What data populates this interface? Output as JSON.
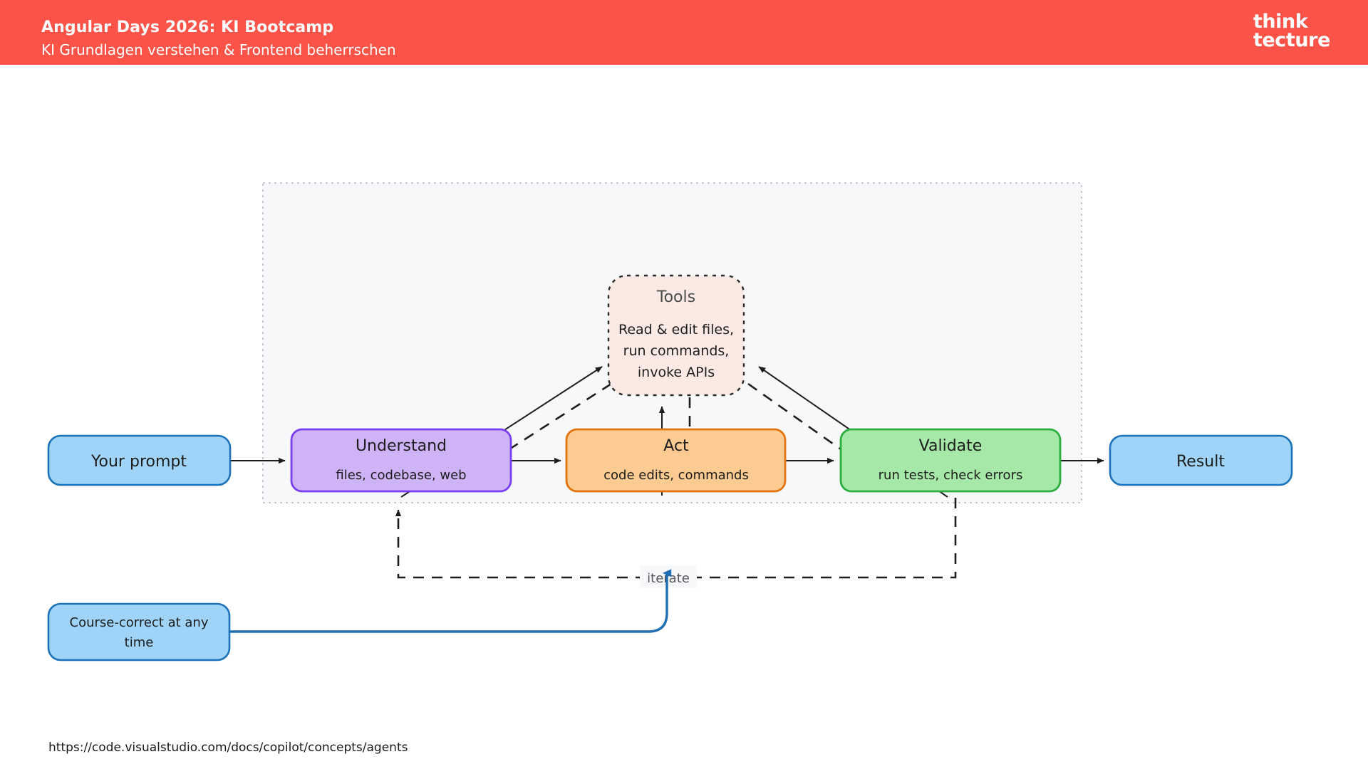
{
  "header": {
    "title": "Angular Days 2026: KI Bootcamp",
    "subtitle": "KI Grundlagen verstehen & Frontend beherrschen",
    "background_color": "#fb5348",
    "logo": {
      "line1": "think",
      "line2": "tecture"
    }
  },
  "diagram": {
    "type": "flowchart",
    "container": {
      "label": "",
      "border_style": "dotted",
      "background_color": "#f7f8fa"
    },
    "nodes": {
      "prompt": {
        "label": "Your prompt",
        "fill": "#9fd4f8",
        "stroke": "#1c72b8"
      },
      "understand": {
        "title": "Understand",
        "subtitle": "files, codebase, web",
        "fill": "#ceb3f7",
        "stroke": "#7a3ff2"
      },
      "act": {
        "title": "Act",
        "subtitle": "code edits, commands",
        "fill": "#fbcb92",
        "stroke": "#e2740d"
      },
      "validate": {
        "title": "Validate",
        "subtitle": "run tests, check errors",
        "fill": "#a5e8a7",
        "stroke": "#2caf3f"
      },
      "result": {
        "label": "Result",
        "fill": "#9fd4f8",
        "stroke": "#1c72b8"
      },
      "tools": {
        "title": "Tools",
        "line1": "Read & edit files,",
        "line2": "run commands,",
        "line3": "invoke APIs",
        "fill": "#fbeae4",
        "stroke": "#2b2b2b"
      },
      "course_correct": {
        "line1": "Course-correct at any",
        "line2": "time",
        "fill": "#9fd4f8",
        "stroke": "#1c72b8"
      }
    },
    "edges": {
      "iterate_label": "iterate",
      "course_correct_color": "#1f6fb2"
    }
  },
  "footer": {
    "url": "https://code.visualstudio.com/docs/copilot/concepts/agents"
  }
}
